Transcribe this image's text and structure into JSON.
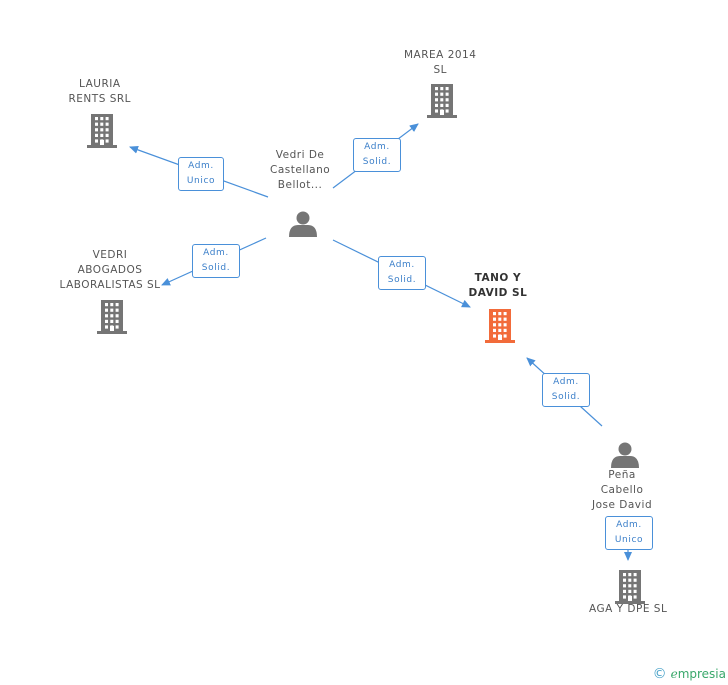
{
  "nodes": {
    "lauria": {
      "name_lines": [
        "LAURIA",
        "RENTS SRL"
      ],
      "icon": "building-icon"
    },
    "marea": {
      "name_lines": [
        "MAREA 2014",
        "SL"
      ],
      "icon": "building-icon"
    },
    "vedri_abogados": {
      "name_lines": [
        "VEDRI",
        "ABOGADOS",
        "LABORALISTAS SL"
      ],
      "icon": "building-icon"
    },
    "tano": {
      "name_lines": [
        "TANO Y",
        "DAVID SL"
      ],
      "icon": "building-icon",
      "color": "#f26b3a"
    },
    "aga": {
      "name_lines": [
        "AGA Y DPE SL"
      ],
      "icon": "building-icon"
    },
    "vedri_person": {
      "name_lines": [
        "Vedri De",
        "Castellano",
        "Bellot..."
      ],
      "icon": "person-icon"
    },
    "pena_person": {
      "name_lines": [
        "Peña",
        "Cabello",
        "Jose David"
      ],
      "icon": "person-icon"
    }
  },
  "edges": [
    {
      "from": "vedri_person",
      "to": "lauria",
      "label_lines": [
        "Adm.",
        "Unico"
      ]
    },
    {
      "from": "vedri_person",
      "to": "marea",
      "label_lines": [
        "Adm.",
        "Solid."
      ]
    },
    {
      "from": "vedri_person",
      "to": "vedri_abogados",
      "label_lines": [
        "Adm.",
        "Solid."
      ]
    },
    {
      "from": "vedri_person",
      "to": "tano",
      "label_lines": [
        "Adm.",
        "Solid."
      ]
    },
    {
      "from": "pena_person",
      "to": "tano",
      "label_lines": [
        "Adm.",
        "Solid."
      ]
    },
    {
      "from": "pena_person",
      "to": "aga",
      "label_lines": [
        "Adm.",
        "Unico"
      ]
    }
  ],
  "footer": {
    "copyright": "©",
    "brand_first": "e",
    "brand_rest": "mpresia"
  },
  "colors": {
    "building": "#757575",
    "building_highlight": "#f26b3a",
    "person": "#757575",
    "edge": "#4a90d9"
  }
}
